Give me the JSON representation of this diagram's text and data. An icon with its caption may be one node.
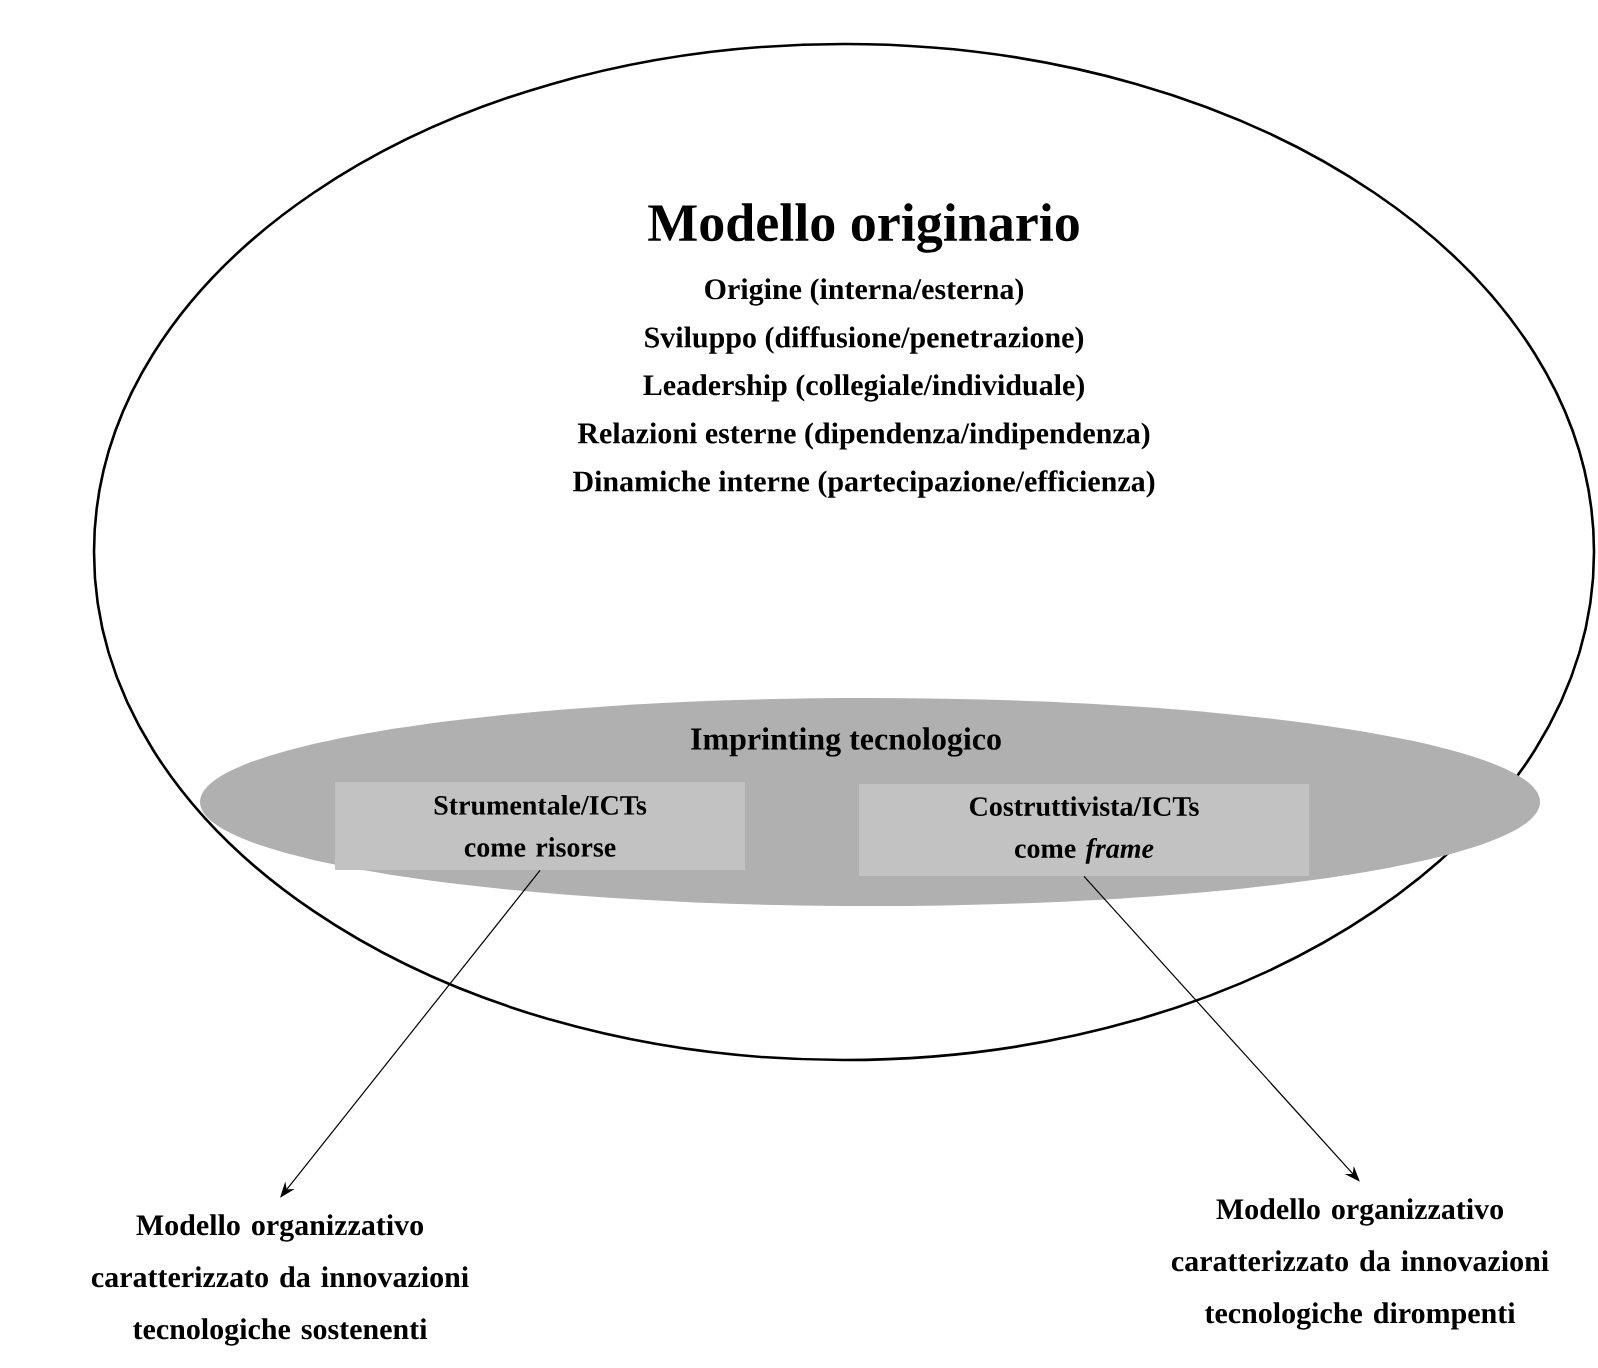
{
  "diagram": {
    "nodes": [
      {
        "text": [
          "Modello originario",
          "Origine (interna/esterna)",
          "Sviluppo (diffusione/penetrazione)",
          "Leadership (collegiale/individuale)",
          "Relazioni esterne (dipendenza/indipendenza)",
          "Dinamiche interne (partecipazione/efficienza)"
        ]
      },
      {
        "text": [
          "Imprinting tecnologico"
        ],
        "in": 0
      },
      {
        "text": [
          "Strumentale/ICTs come risorse"
        ],
        "in": 1
      },
      {
        "text": [
          "Costruttivista/ICTs come *frame*"
        ],
        "in": 1
      },
      {
        "text": [
          "Modello organizzativo caratterizzato da innovazioni tecnologiche sostenenti"
        ]
      },
      {
        "text": [
          "Modello organizzativo caratterizzato da innovazioni tecnologiche dirompenti"
        ]
      }
    ],
    "edges": [
      {
        "from": 2,
        "to": 4,
        "arrow": "to"
      },
      {
        "from": 3,
        "to": 5,
        "arrow": "to"
      }
    ]
  }
}
